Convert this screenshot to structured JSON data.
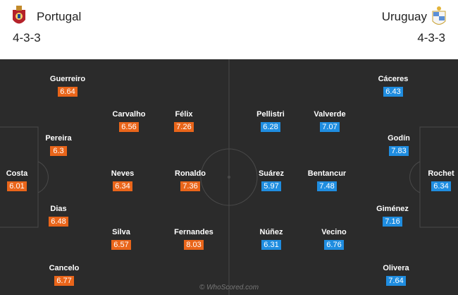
{
  "home": {
    "name": "Portugal",
    "formation": "4-3-3",
    "crest_icon": "portugal-crest-icon",
    "rating_color": "#e9651a",
    "players": [
      {
        "name": "Guerreiro",
        "rating": "6.64"
      },
      {
        "name": "Pereira",
        "rating": "6.3"
      },
      {
        "name": "Costa",
        "rating": "6.01"
      },
      {
        "name": "Dias",
        "rating": "6.48"
      },
      {
        "name": "Cancelo",
        "rating": "6.77"
      },
      {
        "name": "Carvalho",
        "rating": "6.56"
      },
      {
        "name": "Neves",
        "rating": "6.34"
      },
      {
        "name": "Silva",
        "rating": "6.57"
      },
      {
        "name": "Félix",
        "rating": "7.26"
      },
      {
        "name": "Ronaldo",
        "rating": "7.36"
      },
      {
        "name": "Fernandes",
        "rating": "8.03"
      }
    ]
  },
  "away": {
    "name": "Uruguay",
    "formation": "4-3-3",
    "crest_icon": "uruguay-crest-icon",
    "rating_color": "#1f8de0",
    "players": [
      {
        "name": "Cáceres",
        "rating": "6.43"
      },
      {
        "name": "Godín",
        "rating": "7.83"
      },
      {
        "name": "Rochet",
        "rating": "6.34"
      },
      {
        "name": "Giménez",
        "rating": "7.16"
      },
      {
        "name": "Olivera",
        "rating": "7.64"
      },
      {
        "name": "Pellistri",
        "rating": "6.28"
      },
      {
        "name": "Suárez",
        "rating": "5.97"
      },
      {
        "name": "Núñez",
        "rating": "6.31"
      },
      {
        "name": "Valverde",
        "rating": "7.07"
      },
      {
        "name": "Bentancur",
        "rating": "7.48"
      },
      {
        "name": "Vecino",
        "rating": "6.76"
      }
    ]
  },
  "footer": {
    "watermark": "© WhoScored.com"
  }
}
